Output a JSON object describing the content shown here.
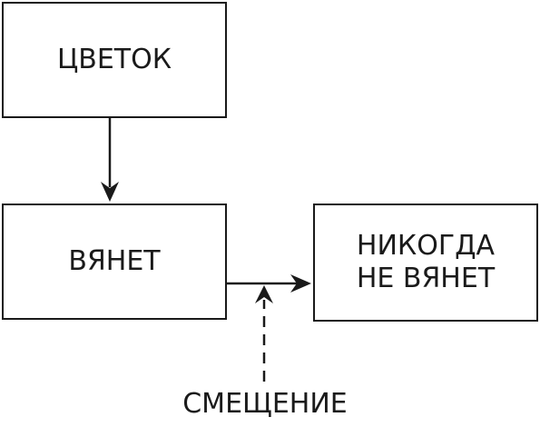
{
  "boxes": {
    "flower": "ЦВЕТОК",
    "wilts": "ВЯНЕТ",
    "never_wilts": "НИКОГДА\nНЕ ВЯНЕТ"
  },
  "caption": "СМЕЩЕНИЕ",
  "colors": {
    "stroke": "#1a1a1a",
    "background": "#ffffff"
  }
}
